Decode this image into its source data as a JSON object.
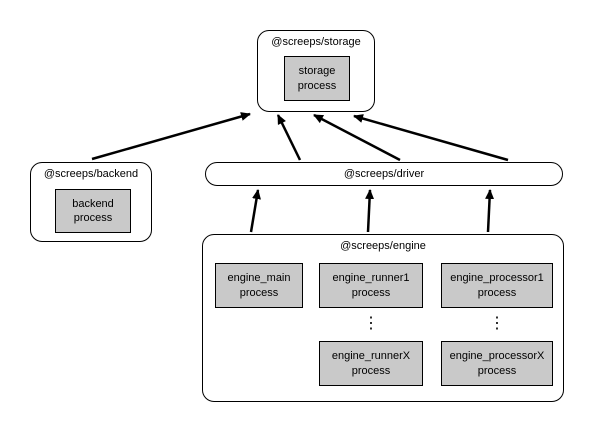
{
  "diagram": {
    "storage": {
      "title": "@screeps/storage",
      "process": "storage\nprocess"
    },
    "backend": {
      "title": "@screeps/backend",
      "process": "backend\nprocess"
    },
    "driver": {
      "title": "@screeps/driver"
    },
    "engine": {
      "title": "@screeps/engine",
      "main_process": "engine_main\nprocess",
      "runner1_process": "engine_runner1\nprocess",
      "runnerX_process": "engine_runnerX\nprocess",
      "processor1_process": "engine_processor1\nprocess",
      "processorX_process": "engine_processorX\nprocess",
      "ellipsis": "⋮"
    },
    "colors": {
      "process_fill": "#c9c9c9",
      "border": "#000000",
      "background": "#ffffff"
    }
  }
}
